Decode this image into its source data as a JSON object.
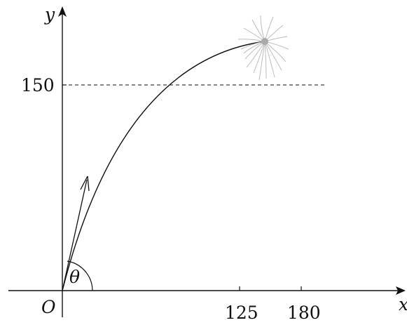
{
  "axes": {
    "x_label": "x",
    "y_label": "y",
    "origin_label": "O"
  },
  "ticks": {
    "y_150": "150",
    "x_125": "125",
    "x_180": "180"
  },
  "angle_label": "θ",
  "colors": {
    "ink": "#111111",
    "firework": "#bdbdbd",
    "firework_center": "#a9a9a9"
  }
}
